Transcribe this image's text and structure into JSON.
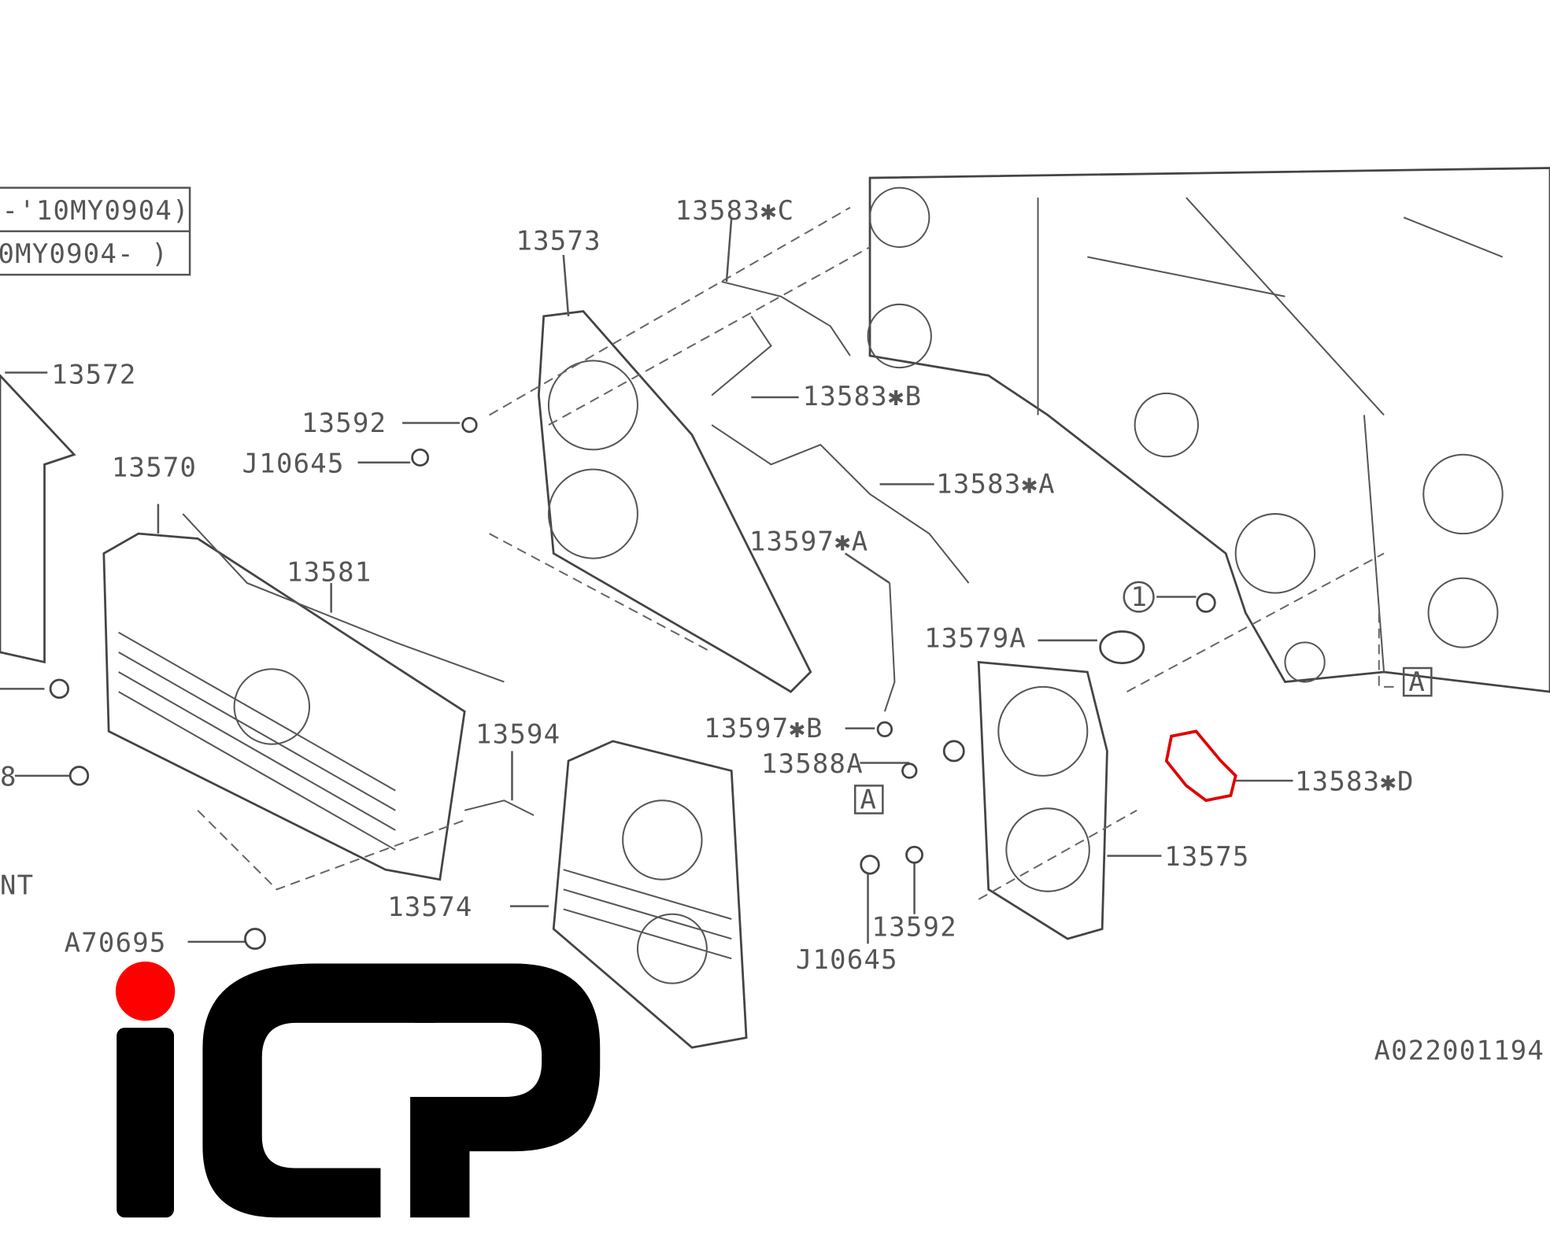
{
  "diagram": {
    "date_box": [
      "-'10MY0904)",
      "0MY0904- )"
    ],
    "labels": {
      "p13572": "13572",
      "p13570": "13570",
      "p13581": "13581",
      "p13573": "13573",
      "p13583C": "13583✱C",
      "p13583B": "13583✱B",
      "p13583A": "13583✱A",
      "p13592a": "13592",
      "j10645a": "J10645",
      "p13597A": "13597✱A",
      "p13597B": "13597✱B",
      "p13579A": "13579A",
      "p13588A": "13588A",
      "p13594": "13594",
      "p13574": "13574",
      "p13575": "13575",
      "p13583D": "13583✱D",
      "p13592b": "13592",
      "j10645b": "J10645",
      "a70695": "A70695",
      "circle1": "1",
      "refA1": "A",
      "refA2": "A",
      "partial_8": "8",
      "partial_nt": "NT"
    },
    "code": "A022001194",
    "highlight_color": "#e00000"
  },
  "logo": {
    "text": "ICP",
    "dot_color": "#ff0000",
    "ink_color": "#000000"
  }
}
